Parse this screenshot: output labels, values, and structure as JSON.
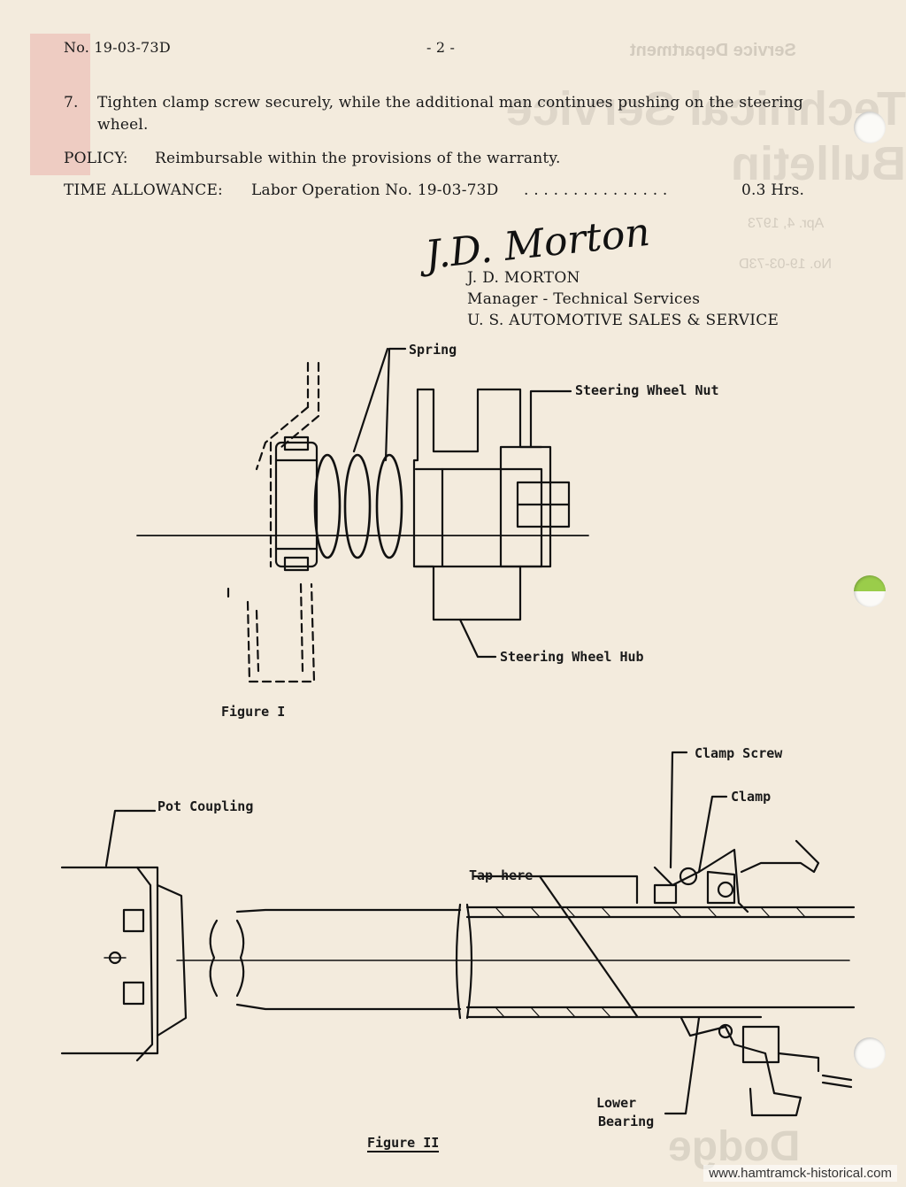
{
  "header": {
    "bulletin_number": "No. 19-03-73D",
    "page_number": "- 2 -"
  },
  "step7": {
    "number": "7.",
    "text_line1": "Tighten clamp screw securely, while the additional man continues pushing on the steering",
    "text_line2": "wheel."
  },
  "policy": {
    "label": "POLICY:",
    "text": "Reimbursable within the provisions of the warranty."
  },
  "time_allowance": {
    "label": "TIME ALLOWANCE:",
    "operation": "Labor Operation No. 19-03-73D",
    "dots": ". . . . . . . . . . . . . . .",
    "hours": "0.3 Hrs."
  },
  "signature": {
    "script": "J.D. Morton",
    "name": "J. D. MORTON",
    "title": "Manager - Technical Services",
    "department": "U. S. AUTOMOTIVE SALES & SERVICE"
  },
  "figure1": {
    "caption": "Figure I",
    "labels": {
      "spring": "Spring",
      "steering_wheel_nut": "Steering Wheel Nut",
      "steering_wheel_hub": "Steering Wheel Hub"
    }
  },
  "figure2": {
    "caption": "Figure II",
    "labels": {
      "pot_coupling": "Pot Coupling",
      "clamp_screw": "Clamp Screw",
      "clamp": "Clamp",
      "tap_here": "Tap here",
      "lower_bearing_line1": "Lower",
      "lower_bearing_line2": "Bearing"
    }
  },
  "watermark": "www.hamtramck-historical.com",
  "bleed_through": {
    "service_department": "Service Department",
    "bulletin_title": "Technical Service Bulletin",
    "date": "Apr. 4, 1973",
    "number": "No. 19-03-73D",
    "brand": "Dodge"
  },
  "colors": {
    "paper": "#f3ebdd",
    "ink": "#1a1a1a",
    "bleed": "#b9b2a6",
    "tab_green": "#9acd4a",
    "logo_red": "#e8a7a2"
  }
}
